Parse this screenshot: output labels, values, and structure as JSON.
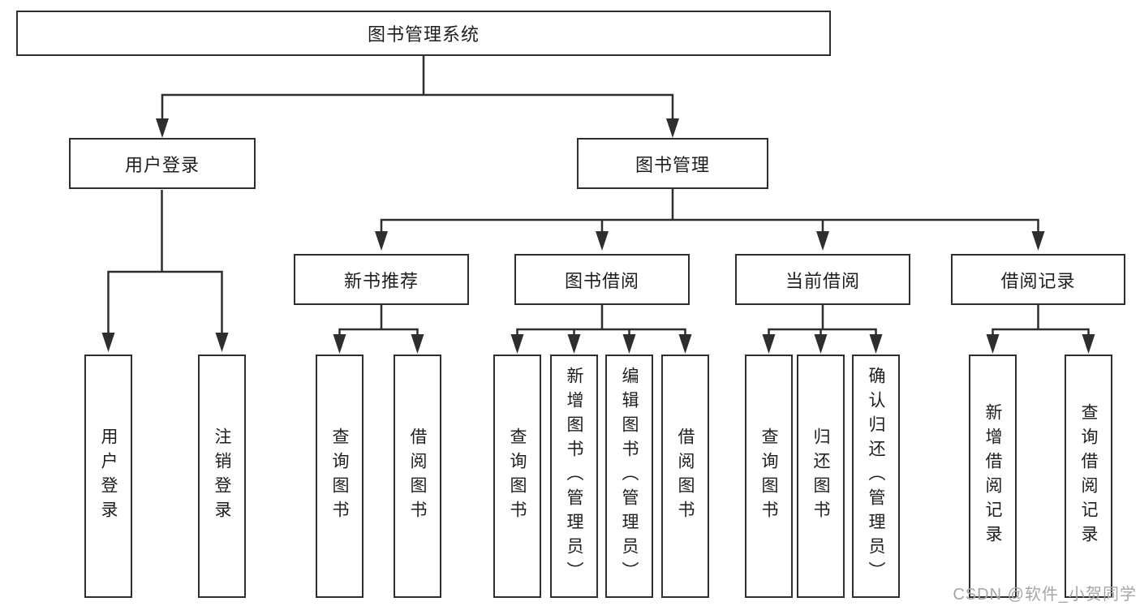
{
  "diagram_title": "图书管理系统",
  "nodes": {
    "root": "图书管理系统",
    "user_login": "用户登录",
    "book_mgmt": "图书管理",
    "user_login_children": [
      "用户登录",
      "注销登录"
    ],
    "modules": [
      {
        "label": "新书推荐",
        "children": [
          "查询图书",
          "借阅图书"
        ]
      },
      {
        "label": "图书借阅",
        "children": [
          "查询图书",
          "新增图书（管理员）",
          "编辑图书（管理员）",
          "借阅图书"
        ]
      },
      {
        "label": "当前借阅",
        "children": [
          "查询图书",
          "归还图书",
          "确认归还（管理员）"
        ]
      },
      {
        "label": "借阅记录",
        "children": [
          "新增借阅记录",
          "查询借阅记录"
        ]
      }
    ]
  },
  "watermark": "CSDN @软件_小贺同学",
  "colors": {
    "line": "#2e2e2e",
    "box_border": "#2e2e2e",
    "text": "#1e1e1e",
    "watermark": "#a6a6a6",
    "background": "#ffffff"
  }
}
